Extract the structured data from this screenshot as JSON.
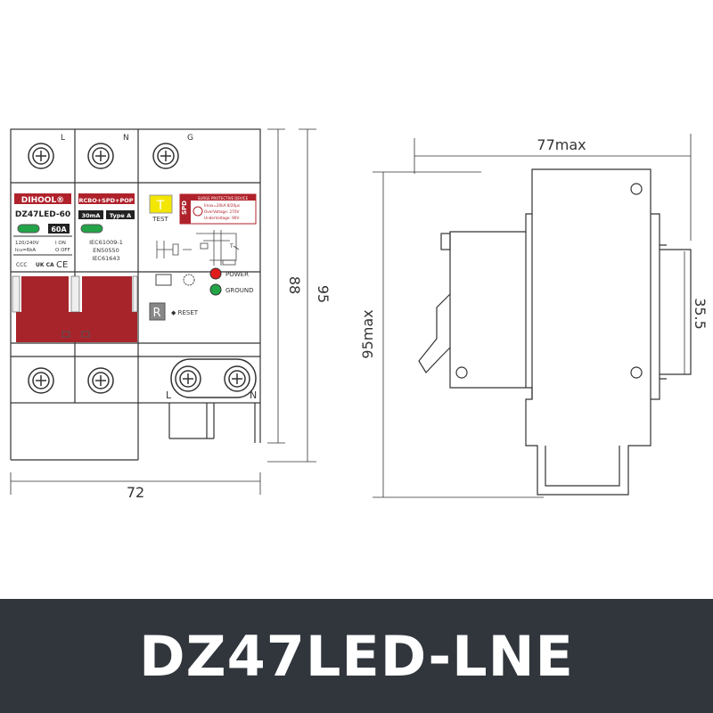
{
  "colors": {
    "brand_red": "#b0222b",
    "handle_red": "#a8242b",
    "led_green": "#22a447",
    "power_red": "#e01b1b",
    "test_yellow": "#f3e600",
    "band": "#30363c"
  },
  "front_view": {
    "terminal_labels_top": [
      "L",
      "N",
      "G"
    ],
    "terminal_labels_bottom": [
      "L",
      "N"
    ],
    "brand": "DIHOOL®",
    "model": "DZ47LED-60",
    "rating": "60A",
    "voltage": "120/240V",
    "icu": "Icu=6kA",
    "on_label": "I ON",
    "off_label": "O OFF",
    "cert_marks": [
      "CCC",
      "UK CA",
      "CE"
    ],
    "function_badge": "RCBO+SPD+POP",
    "current_badge": "30mA",
    "type_badge": "Type A",
    "standards": [
      "IEC61009-1",
      "EN50550",
      "IEC61643"
    ],
    "test_key": "T",
    "test_label": "TEST",
    "spd_tag": "SPD",
    "spd_title": "SURGE PROTECTIVE DEVICE",
    "spd_lines": [
      "Imax=20kA 8/20μs",
      "OverVoltage: 270V",
      "UnderVoltage: 90V"
    ],
    "power_label": "POWER",
    "ground_label": "GROUND",
    "reset_key": "R",
    "reset_label": "RESET",
    "dims": {
      "width": "72",
      "height_inner": "88",
      "height_total": "95"
    }
  },
  "side_view": {
    "dims": {
      "depth": "77max",
      "height": "95max",
      "din_rail": "35.5"
    }
  },
  "footer": {
    "title": "DZ47LED-LNE"
  }
}
